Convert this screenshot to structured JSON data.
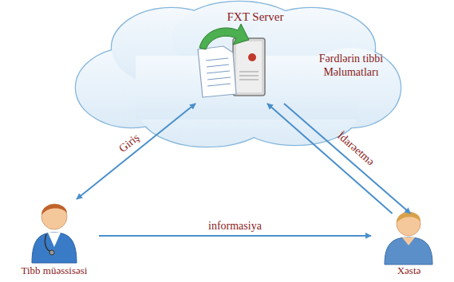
{
  "diagram": {
    "nodes": [
      {
        "text": [
          "FXT Server",
          "Fərdlərin tibbi Məlumatları"
        ]
      },
      {
        "text": [
          "Tibb müəssisəsi"
        ]
      },
      {
        "text": [
          "Xəstə"
        ]
      }
    ],
    "edges": [
      {
        "from": 1,
        "to": 0,
        "arrow": "both",
        "label": "Giriş"
      },
      {
        "from": 1,
        "to": 2,
        "arrow": "to",
        "label": "informasiya"
      },
      {
        "from": 0,
        "to": 2,
        "arrow": "to",
        "label": "İdarəetmə"
      },
      {
        "from": 2,
        "to": 0,
        "arrow": "to"
      }
    ]
  }
}
